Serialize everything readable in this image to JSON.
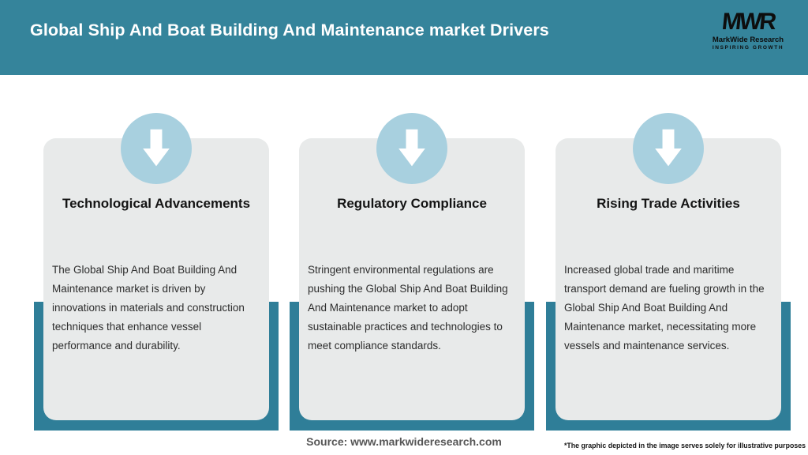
{
  "header": {
    "title": "Global Ship And Boat Building And Maintenance market Drivers"
  },
  "logo": {
    "monogram": "MWR",
    "name": "MarkWide Research",
    "tagline": "INSPIRING GROWTH"
  },
  "cards": [
    {
      "title": "Technological Advancements",
      "description": "The Global Ship And Boat Building And Maintenance market is driven by innovations in materials and construction techniques that enhance vessel performance and durability."
    },
    {
      "title": "Regulatory Compliance",
      "description": "Stringent environmental regulations are pushing the Global Ship And Boat Building And Maintenance market to adopt sustainable practices and technologies to meet compliance standards."
    },
    {
      "title": "Rising Trade Activities",
      "description": "Increased global trade and maritime transport demand are fueling growth in the Global Ship And Boat Building And Maintenance market, necessitating more vessels and maintenance services."
    }
  ],
  "footer": {
    "source": "Source: www.markwideresearch.com",
    "disclaimer": "*The graphic depicted in the image serves solely for illustrative purposes"
  },
  "colors": {
    "header_bg": "#35849B",
    "column_accent": "#2F7E98",
    "circle_fill": "#A8D0DF",
    "arrow_fill": "#FFFFFF",
    "card_bg": "#E8EAEA",
    "header_text": "#FFFFFF",
    "title_text": "#141414",
    "body_text": "#2D2D2D",
    "source_text": "#565656"
  }
}
